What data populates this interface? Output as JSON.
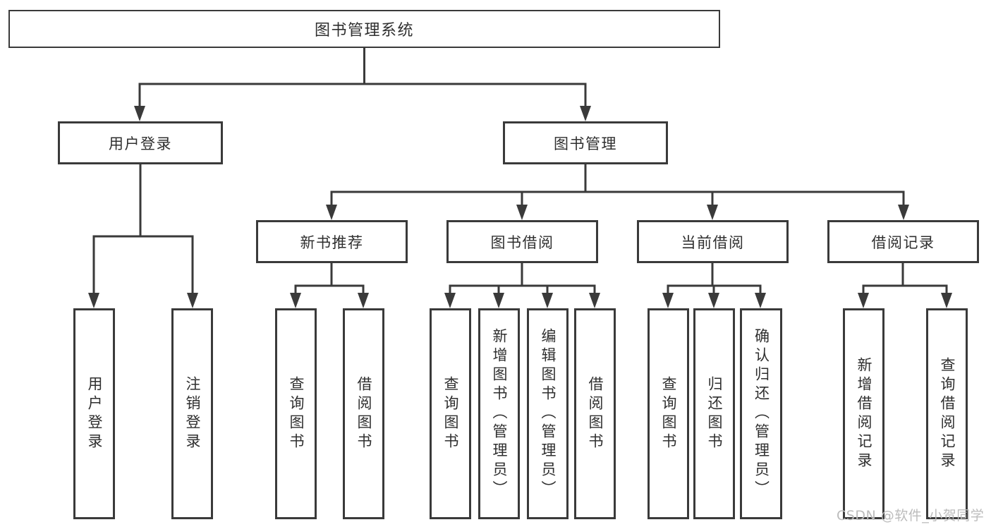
{
  "colors": {
    "line": "#3a3a3a",
    "box_border": "#3a3a3a",
    "box_background": "#ffffff",
    "text": "#2f2f2f",
    "watermark": "#bcbcbc",
    "page_background": "#ffffff"
  },
  "watermark": {
    "text": "CSDN @软件_小贺同学"
  },
  "tree": {
    "label": "图书管理系统",
    "children": [
      {
        "label": "用户登录",
        "children": [
          {
            "label": "用户登录"
          },
          {
            "label": "注销登录"
          }
        ]
      },
      {
        "label": "图书管理",
        "children": [
          {
            "label": "新书推荐",
            "children": [
              {
                "label": "查询图书"
              },
              {
                "label": "借阅图书"
              }
            ]
          },
          {
            "label": "图书借阅",
            "children": [
              {
                "label": "查询图书"
              },
              {
                "label": "新增图书（管理员）"
              },
              {
                "label": "编辑图书（管理员）"
              },
              {
                "label": "借阅图书"
              }
            ]
          },
          {
            "label": "当前借阅",
            "children": [
              {
                "label": "查询图书"
              },
              {
                "label": "归还图书"
              },
              {
                "label": "确认归还（管理员）"
              }
            ]
          },
          {
            "label": "借阅记录",
            "children": [
              {
                "label": "新增借阅记录"
              },
              {
                "label": "查询借阅记录"
              }
            ]
          }
        ]
      }
    ]
  }
}
